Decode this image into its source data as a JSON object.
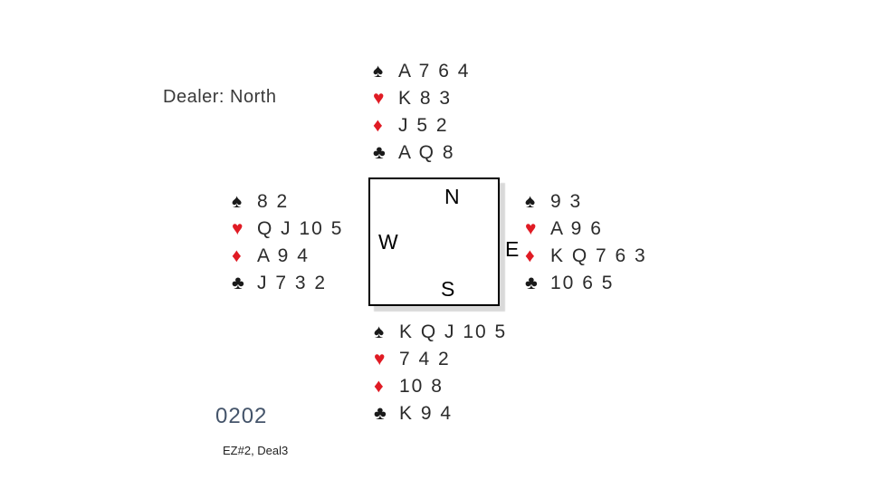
{
  "slide": {
    "dealer_label": "Dealer: North",
    "board_code": "0202",
    "footer_note": "EZ#2, Deal3"
  },
  "compass": {
    "north": "N",
    "east": "E",
    "south": "S",
    "west": "W"
  },
  "suit_symbols": {
    "spade": "♠",
    "heart": "♥",
    "diamond": "♦",
    "club": "♣"
  },
  "hands": {
    "north": {
      "spades": "A 7 6 4",
      "hearts": "K 8 3",
      "diamonds": "J 5 2",
      "clubs": "A Q 8"
    },
    "west": {
      "spades": "8 2",
      "hearts": "Q J 10 5",
      "diamonds": "A 9 4",
      "clubs": "J 7 3 2"
    },
    "east": {
      "spades": "9 3",
      "hearts": "A 9 6",
      "diamonds": "K Q 7 6 3",
      "clubs": "10 6 5"
    },
    "south": {
      "spades": "K Q J 10 5",
      "hearts": "7 4 2",
      "diamonds": "10 8",
      "clubs": "K 9 4"
    }
  },
  "colors": {
    "suit_red": "#e01b24",
    "suit_black": "#1a1a1a",
    "text_dark": "#3a3a3a",
    "code_color": "#44546a"
  }
}
